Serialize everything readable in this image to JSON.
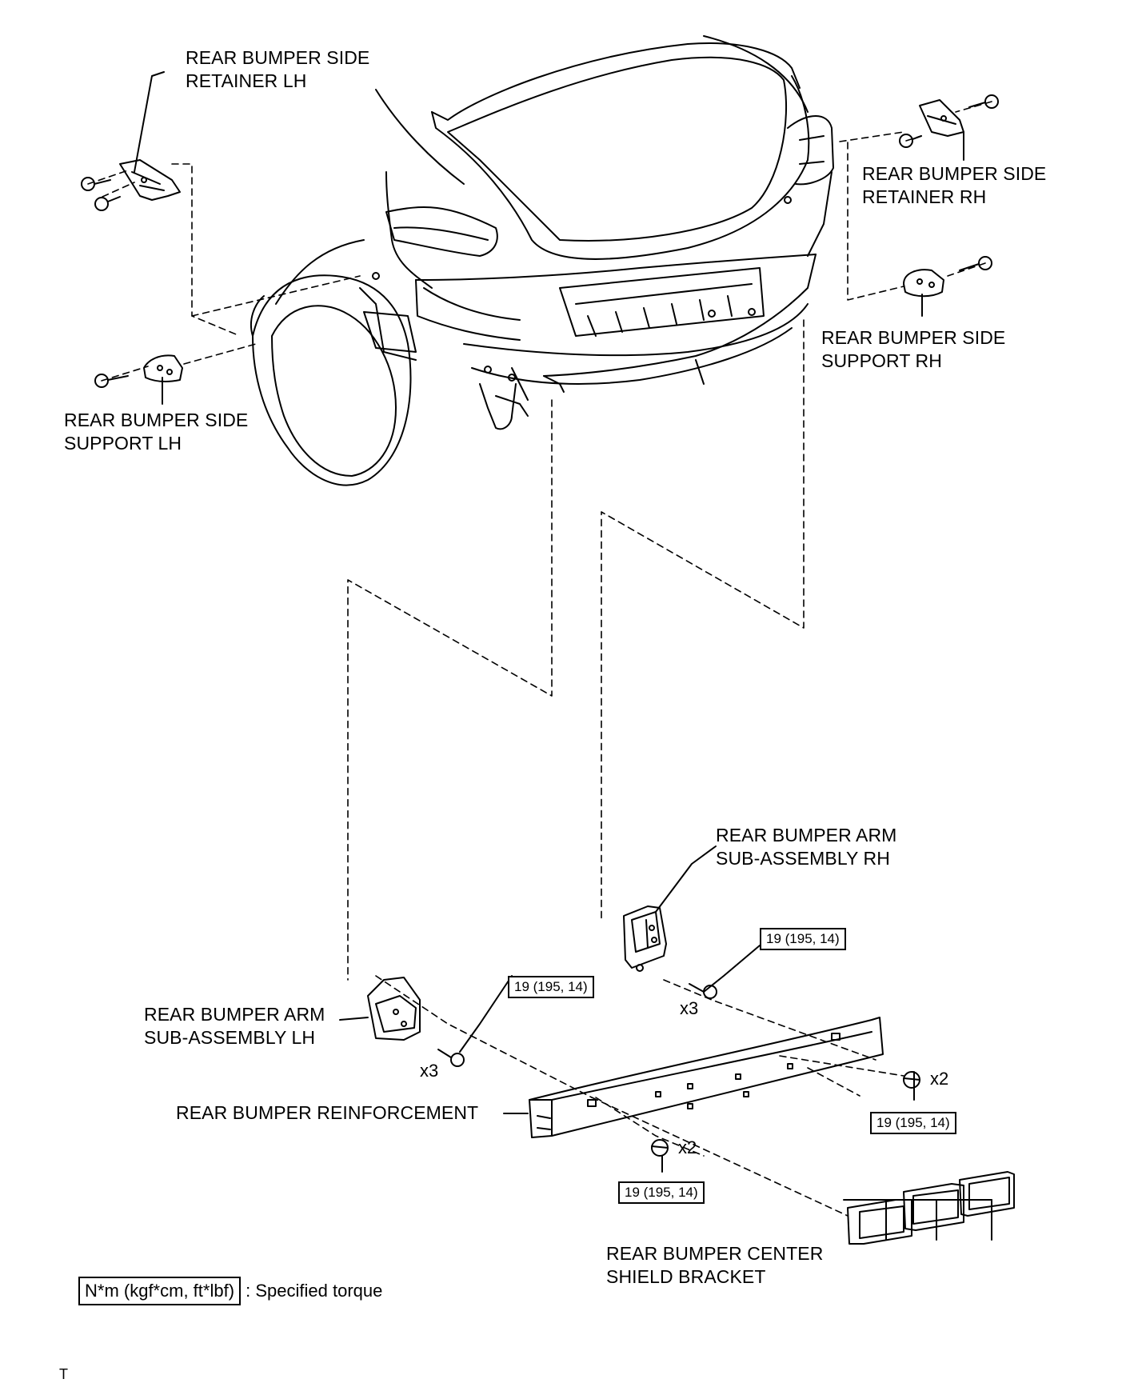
{
  "labels": {
    "side_retainer_lh": [
      "REAR BUMPER SIDE",
      "RETAINER LH"
    ],
    "side_retainer_rh": [
      "REAR BUMPER SIDE",
      "RETAINER RH"
    ],
    "side_support_rh": [
      "REAR BUMPER SIDE",
      "SUPPORT RH"
    ],
    "side_support_lh": [
      "REAR BUMPER SIDE",
      "SUPPORT LH"
    ],
    "arm_rh": [
      "REAR BUMPER ARM",
      "SUB-ASSEMBLY RH"
    ],
    "arm_lh": [
      "REAR BUMPER ARM",
      "SUB-ASSEMBLY LH"
    ],
    "reinforcement": "REAR BUMPER REINFORCEMENT",
    "center_shield": [
      "REAR BUMPER CENTER",
      "SHIELD BRACKET"
    ]
  },
  "torque": {
    "arm_rh_bolt": "19 (195, 14)",
    "arm_lh_bolt": "19 (195, 14)",
    "nut_right": "19 (195, 14)",
    "nut_center": "19 (195, 14)"
  },
  "quantities": {
    "arm_rh_bolts": "x3",
    "arm_lh_bolts": "x3",
    "nuts_right": "x2",
    "nuts_center": "x2"
  },
  "legend": {
    "unit": "N*m (kgf*cm, ft*lbf)",
    "text": ": Specified torque"
  },
  "footer_code": "T"
}
